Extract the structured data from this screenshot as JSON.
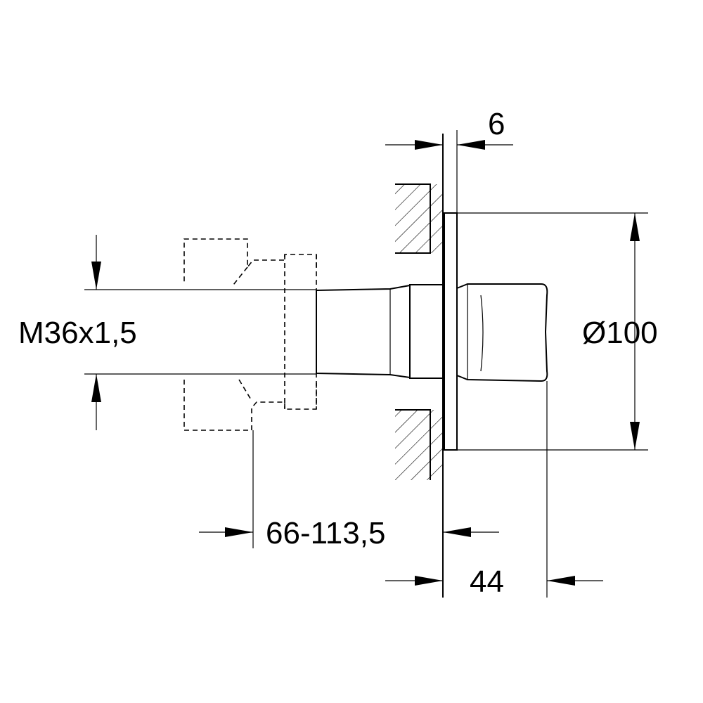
{
  "dimensions": {
    "thread": "M36x1,5",
    "plate_thickness": "6",
    "diameter": "Ø100",
    "mounting_depth": "66-113,5",
    "handle_projection": "44"
  },
  "colors": {
    "line": "#000000",
    "background": "#ffffff"
  }
}
